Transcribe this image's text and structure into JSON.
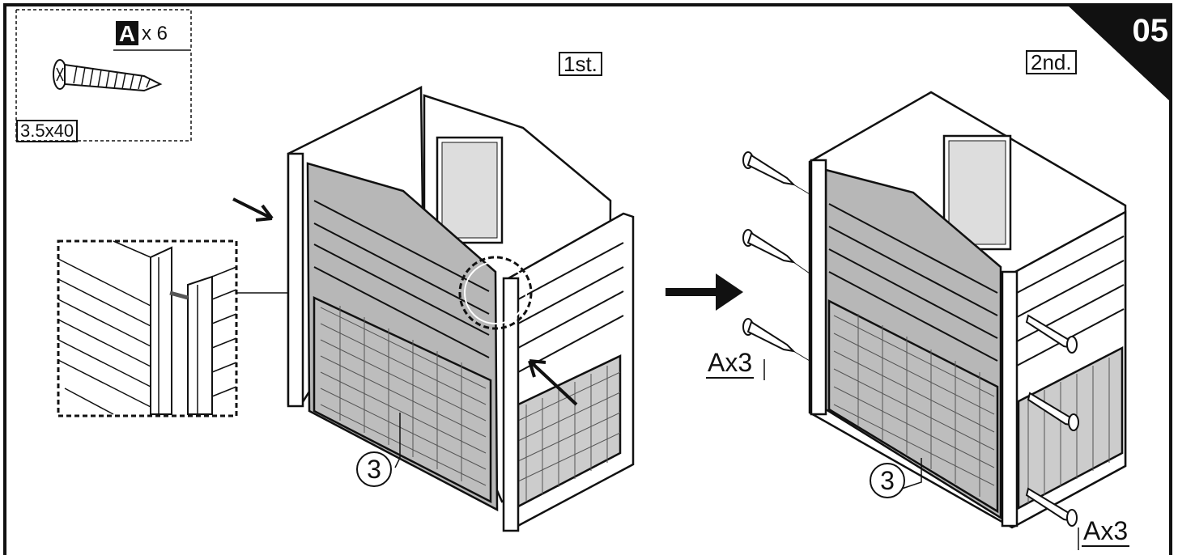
{
  "step_number": "05",
  "part": {
    "letter": "A",
    "quantity": "x 6",
    "size": "3.5x40"
  },
  "stages": {
    "first": "1st.",
    "second": "2nd."
  },
  "panel_number": "3",
  "screw_callouts": {
    "left": "Ax3",
    "right": "Ax3"
  }
}
